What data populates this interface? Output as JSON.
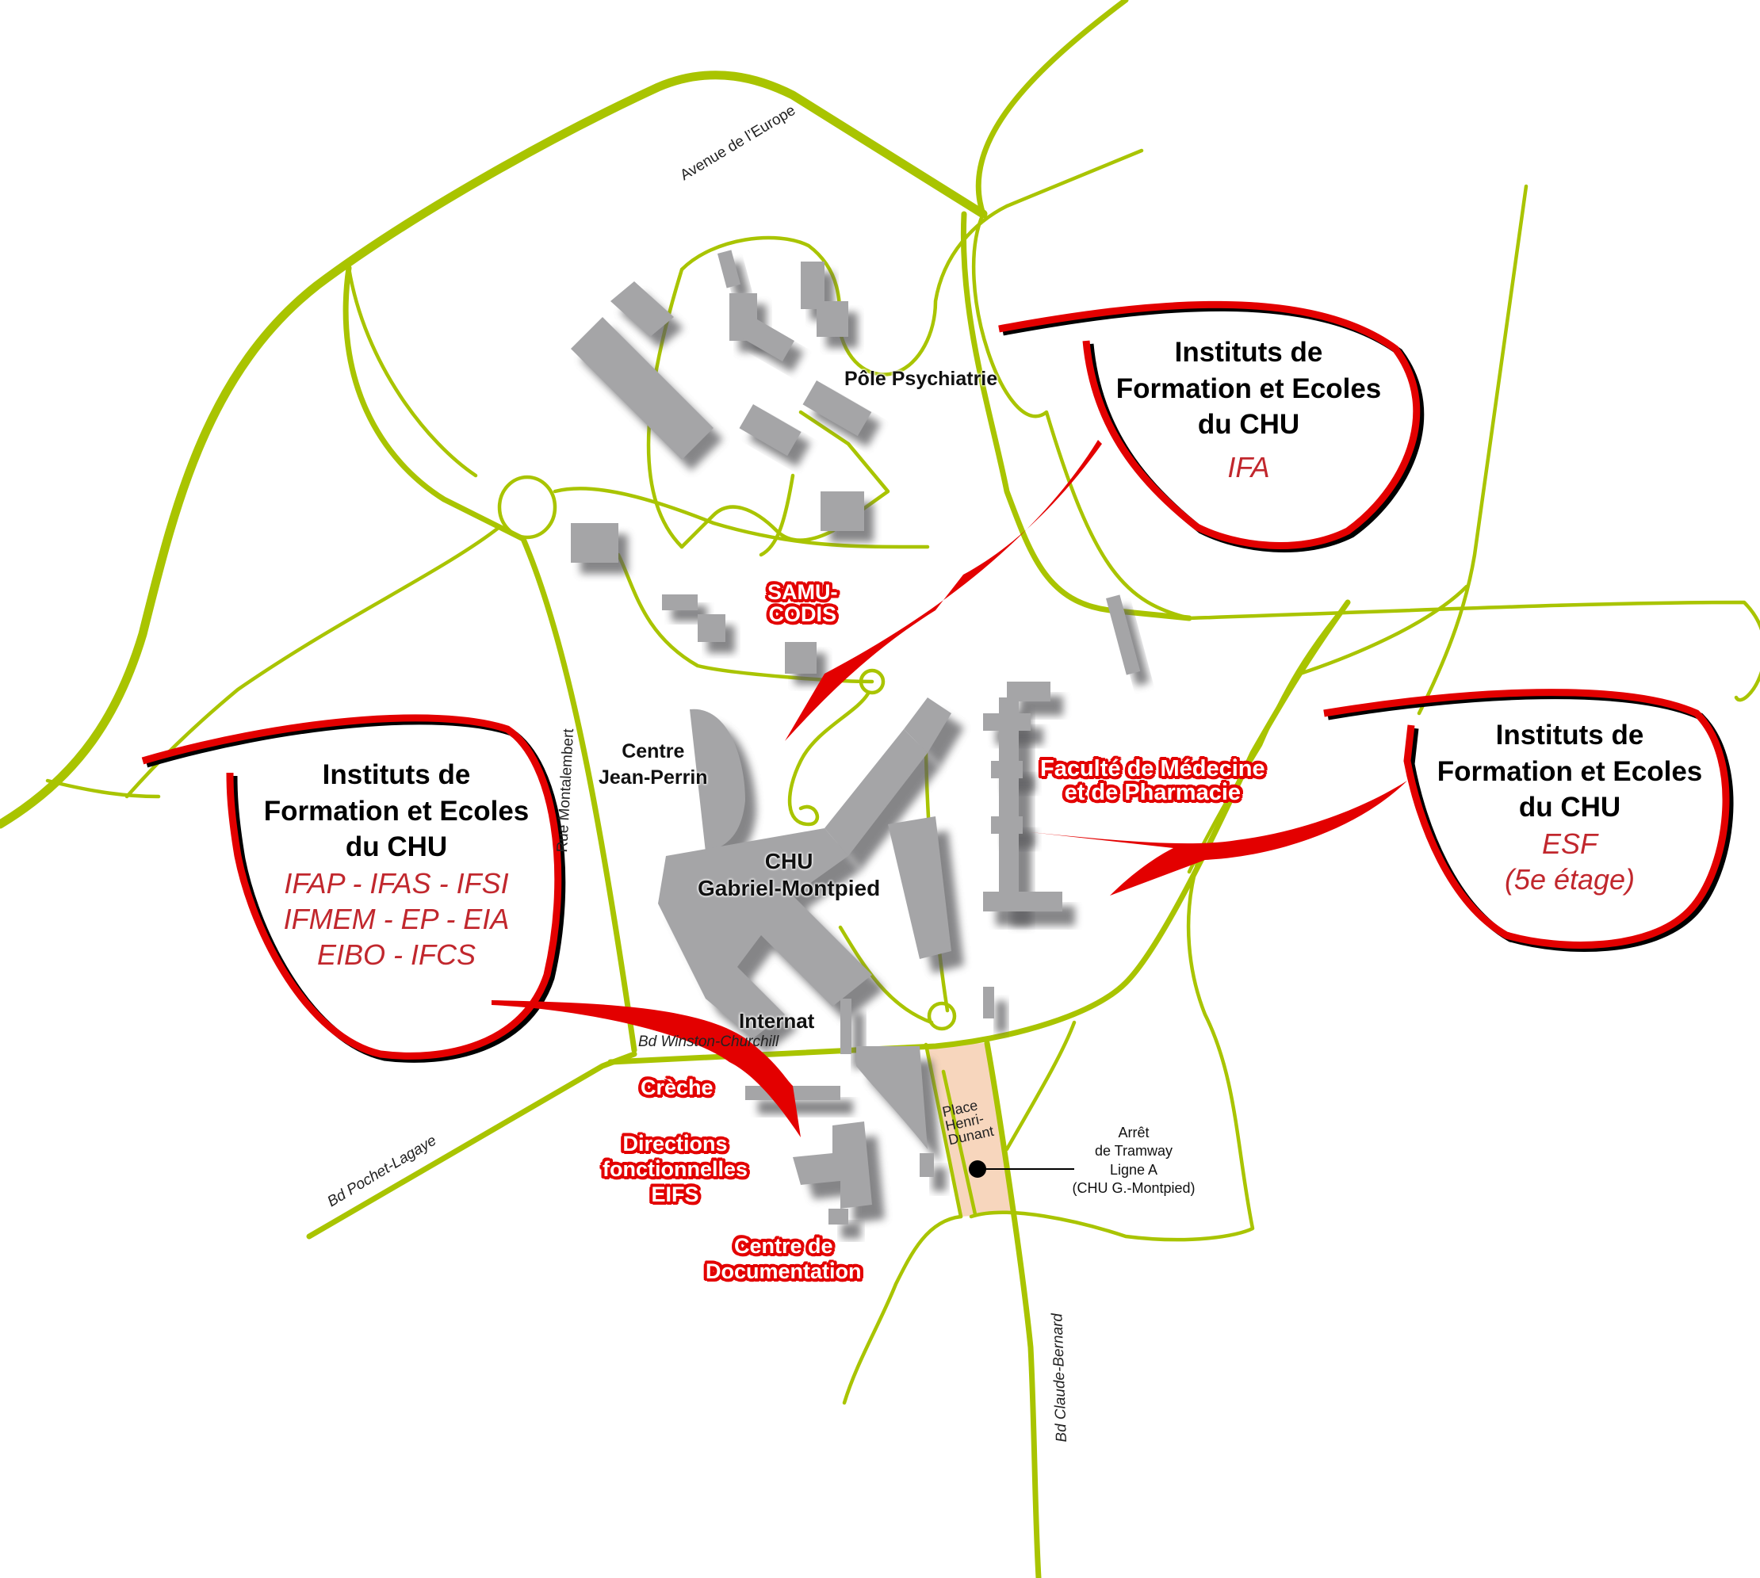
{
  "colors": {
    "road": "#a9c400",
    "building": "#a5a5a7",
    "building_shadow": "#5d5d60",
    "callout_red": "#e30000",
    "callout_black": "#000000",
    "institute_sub_text": "#c1272d",
    "tram_square": "#f7d6bd"
  },
  "streets": {
    "avenue_europe": "Avenue de l’Europe",
    "rue_montalembert": "Rue Montalembert",
    "bd_winston_churchill": "Bd Winston-Churchill",
    "bd_pochet_lagaye": "Bd Pochet-Lagaye",
    "bd_claude_bernard": "Bd Claude-Bernard",
    "place_henri_dunant": [
      "Place",
      "Henri-",
      "Dunant"
    ]
  },
  "places": {
    "pole_psychiatrie": "Pôle Psychiatrie",
    "centre_jean_perrin": [
      "Centre",
      "Jean-Perrin"
    ],
    "chu": [
      "CHU",
      "Gabriel-Montpied"
    ],
    "internat": "Internat"
  },
  "highlights": {
    "samu": [
      "SAMU-",
      "CODIS"
    ],
    "faculte": [
      "Faculté de Médecine",
      "et de Pharmacie"
    ],
    "creche": "Crèche",
    "directions": [
      "Directions",
      "fonctionnelles",
      "EIFS"
    ],
    "documentation": [
      "Centre de",
      "Documentation"
    ]
  },
  "institutes": [
    {
      "id": "top",
      "title": [
        "Instituts de",
        "Formation et Ecoles",
        "du CHU"
      ],
      "sub": [
        "IFA"
      ]
    },
    {
      "id": "left",
      "title": [
        "Instituts de",
        "Formation et Ecoles",
        "du CHU"
      ],
      "sub": [
        "IFAP - IFAS - IFSI",
        "IFMEM - EP - EIA",
        "EIBO - IFCS"
      ]
    },
    {
      "id": "right",
      "title": [
        "Instituts de",
        "Formation et Ecoles",
        "du CHU"
      ],
      "sub": [
        "ESF",
        "(5e étage)"
      ]
    }
  ],
  "tram": {
    "lines": [
      "Arrêt",
      "de Tramway",
      "Ligne A",
      "(CHU G.-Montpied)"
    ]
  }
}
